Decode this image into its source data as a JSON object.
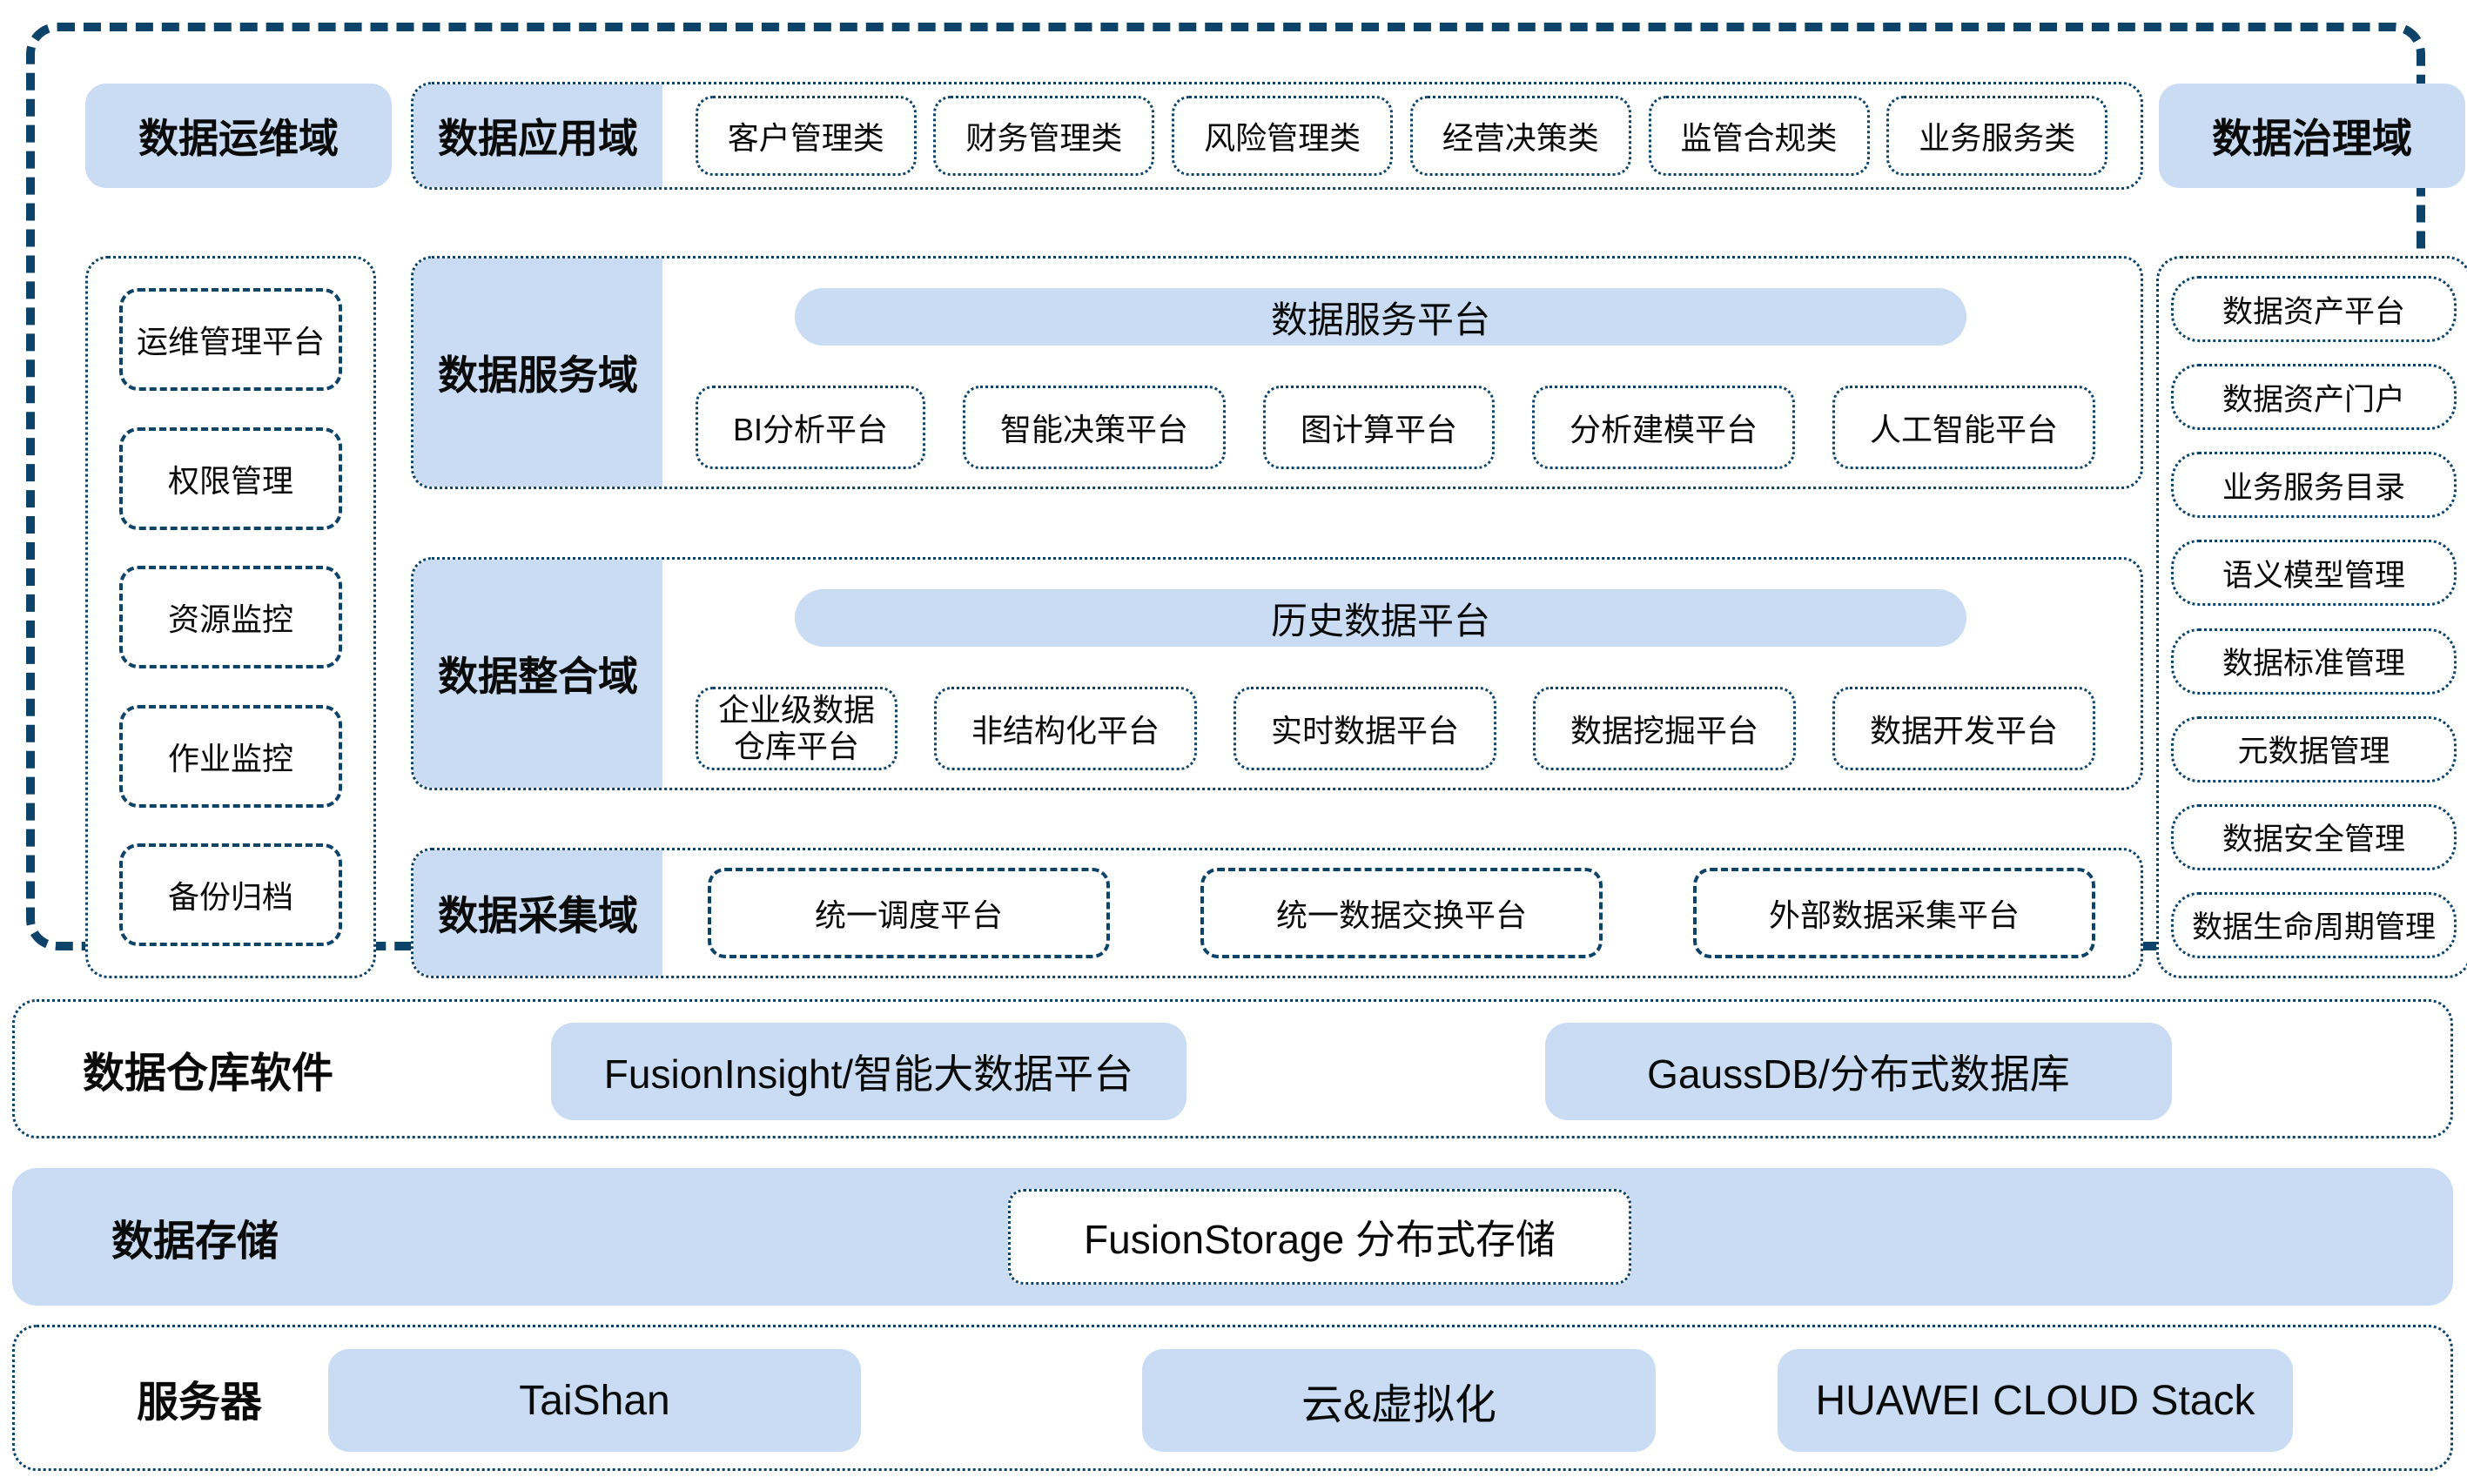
{
  "colors": {
    "fill_blue": "#c9dcf4",
    "border_navy": "#0d4369"
  },
  "top": {
    "ops_domain": "数据运维域",
    "app_domain": {
      "label": "数据应用域",
      "items": [
        "客户管理类",
        "财务管理类",
        "风险管理类",
        "经营决策类",
        "监管合规类",
        "业务服务类"
      ]
    },
    "gov_domain": "数据治理域"
  },
  "left_column": {
    "items": [
      "运维管理平台",
      "权限管理",
      "资源监控",
      "作业监控",
      "备份归档"
    ]
  },
  "middle": {
    "service_domain": {
      "label": "数据服务域",
      "platform": "数据服务平台",
      "items": [
        "BI分析平台",
        "智能决策平台",
        "图计算平台",
        "分析建模平台",
        "人工智能平台"
      ]
    },
    "integration_domain": {
      "label": "数据整合域",
      "platform": "历史数据平台",
      "items": [
        "企业级数据仓库平台",
        "非结构化平台",
        "实时数据平台",
        "数据挖掘平台",
        "数据开发平台"
      ]
    },
    "collection_domain": {
      "label": "数据采集域",
      "items": [
        "统一调度平台",
        "统一数据交换平台",
        "外部数据采集平台"
      ]
    }
  },
  "right_column": {
    "items": [
      "数据资产平台",
      "数据资产门户",
      "业务服务目录",
      "语义模型管理",
      "数据标准管理",
      "元数据管理",
      "数据安全管理",
      "数据生命周期管理"
    ]
  },
  "bottom": {
    "warehouse": {
      "label": "数据仓库软件",
      "items": [
        "FusionInsight/智能大数据平台",
        "GaussDB/分布式数据库"
      ]
    },
    "storage": {
      "label": "数据存储",
      "item": "FusionStorage 分布式存储"
    },
    "server": {
      "label": "服务器",
      "items": [
        "TaiShan",
        "云&虚拟化",
        "HUAWEI CLOUD Stack"
      ]
    }
  }
}
